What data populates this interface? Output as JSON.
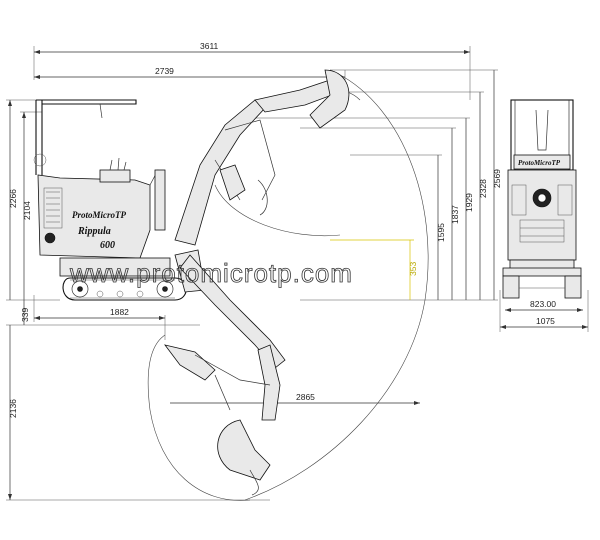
{
  "dimensions": {
    "total_length": "3611",
    "body_length": "2739",
    "height_arm": "2266",
    "height_cab": "2104",
    "ground_clearance": "339",
    "track_to_swing": "1882",
    "dig_depth": "2136",
    "reach_ground": "2865",
    "dump_height_1": "1595",
    "dump_height_2": "1837",
    "dump_height_3": "1929",
    "dump_height_4": "2328",
    "max_height": "2569",
    "dozer_height": "353",
    "track_width_inner": "823.00",
    "track_width_outer": "1075"
  },
  "labels": {
    "brand_side": "ProtoMicroTP",
    "model_name": "Rippula",
    "model_number": "600",
    "brand_front": "ProtoMicroTP"
  },
  "watermark": "www.protomicrotp.com"
}
